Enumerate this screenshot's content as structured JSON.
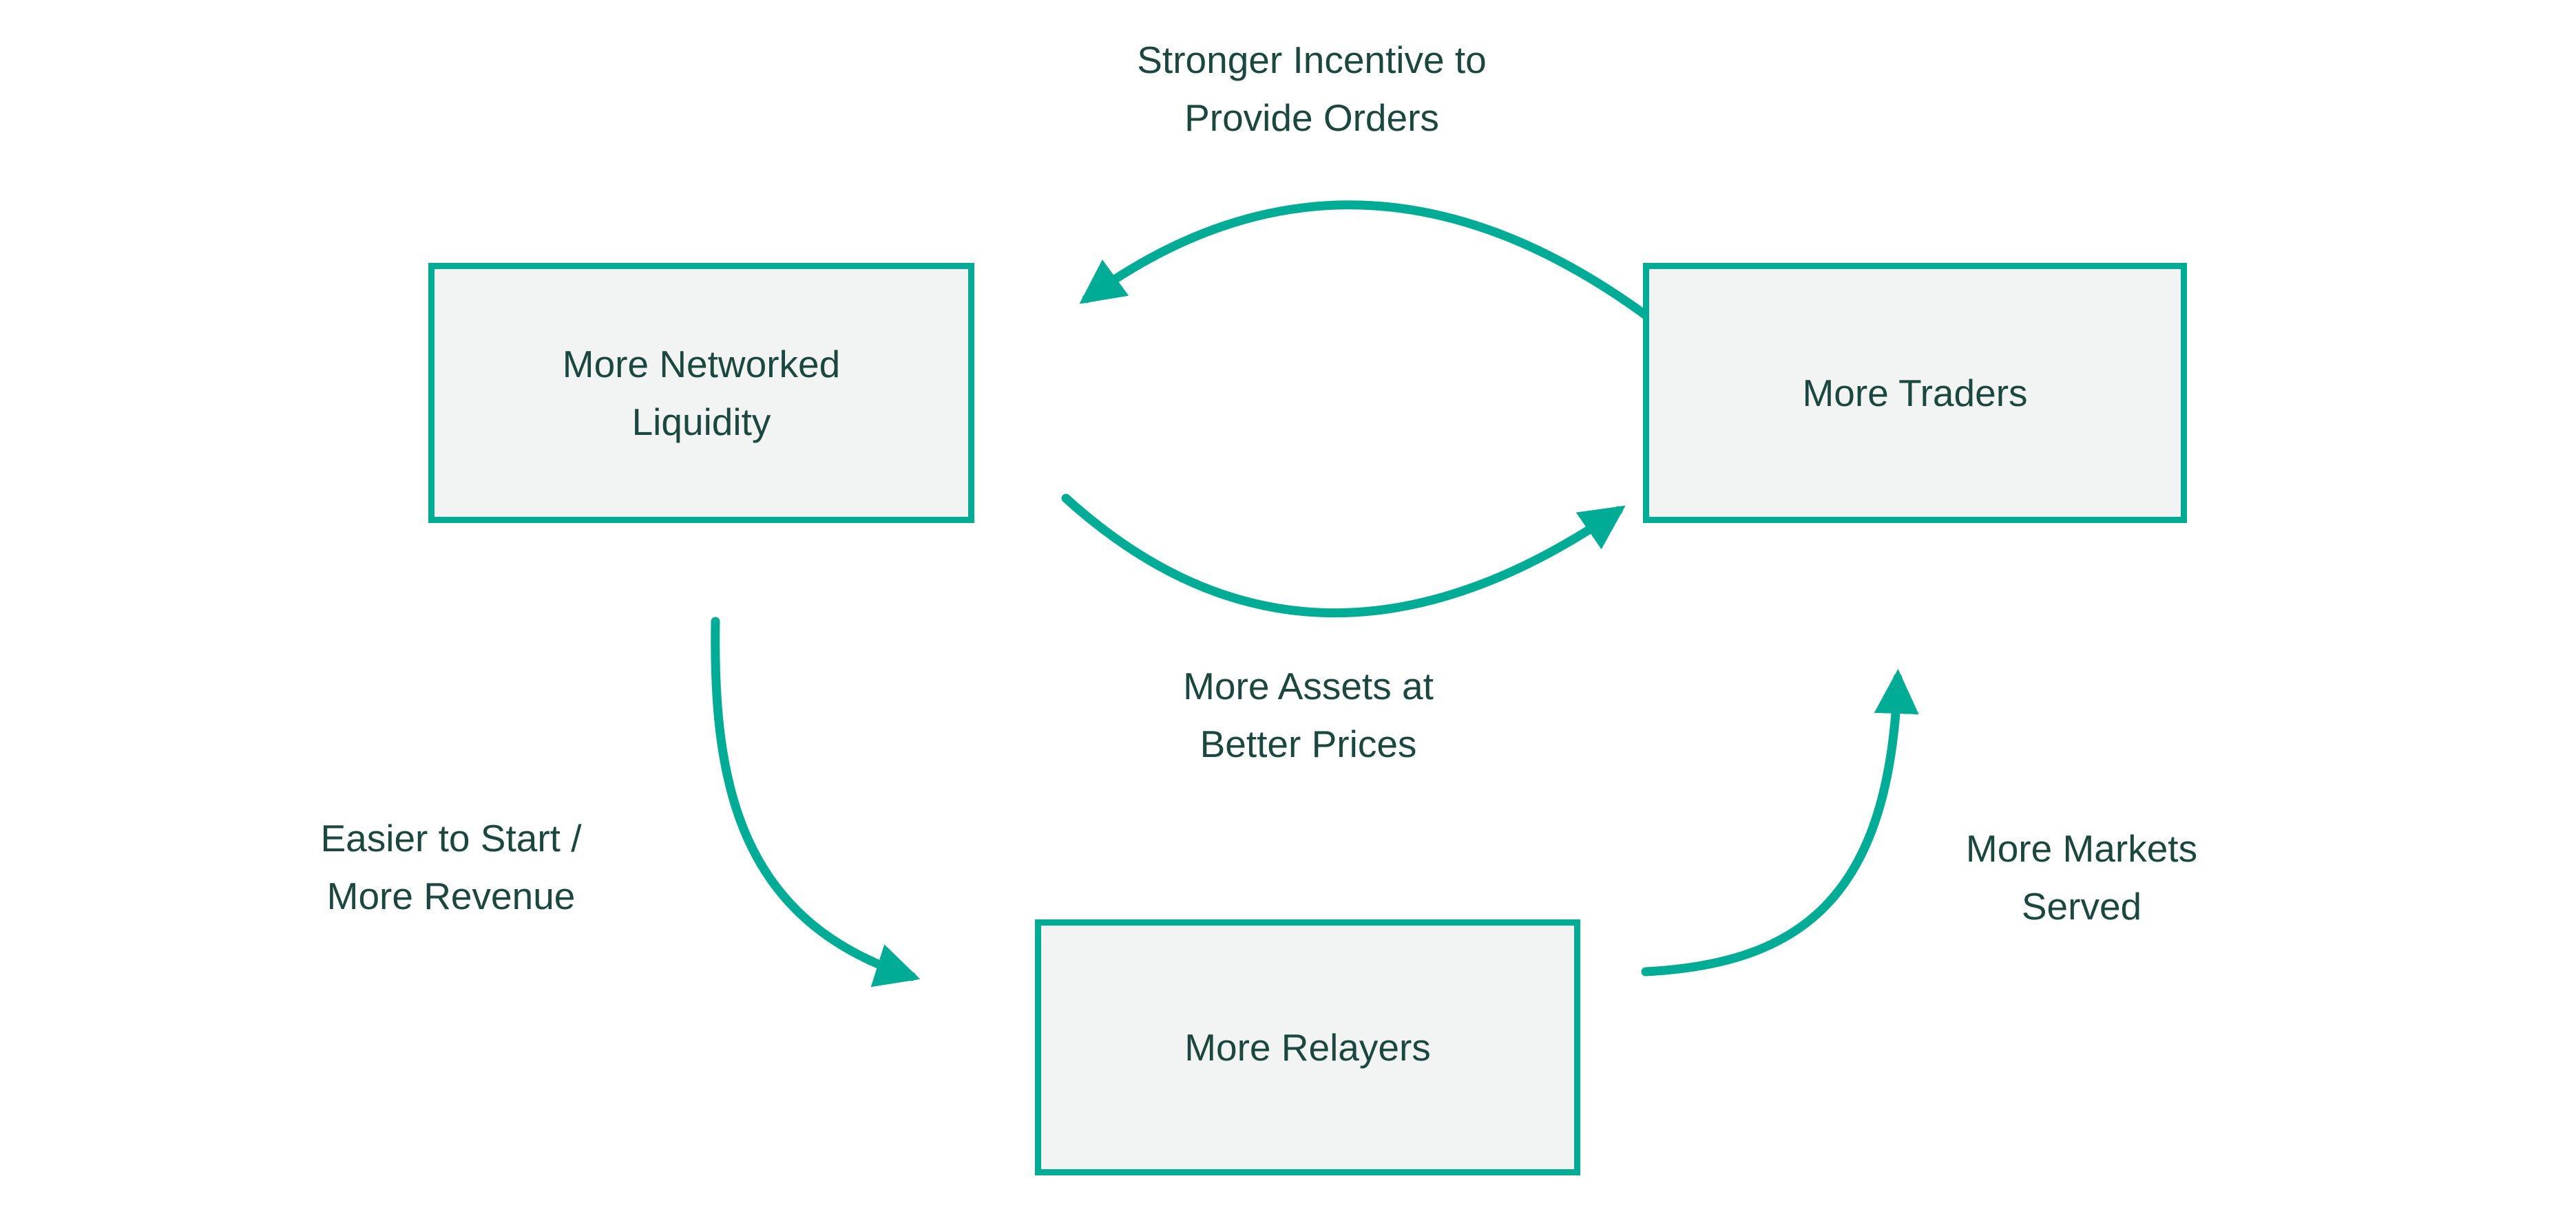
{
  "canvas": {
    "background": "#FFFFFF"
  },
  "colors": {
    "accent": "#00AC95",
    "text": "#1C473F",
    "node_fill": "#F2F4F3"
  },
  "nodes": {
    "liquidity": {
      "label": "More Networked\nLiquidity"
    },
    "traders": {
      "label": "More Traders"
    },
    "relayers": {
      "label": "More Relayers"
    }
  },
  "edge_labels": {
    "traders_to_liquidity": "Stronger Incentive to\nProvide Orders",
    "liquidity_to_traders": "More Assets at\nBetter Prices",
    "liquidity_to_relayers": "Easier to Start /\nMore Revenue",
    "relayers_to_traders": "More Markets\nServed"
  }
}
